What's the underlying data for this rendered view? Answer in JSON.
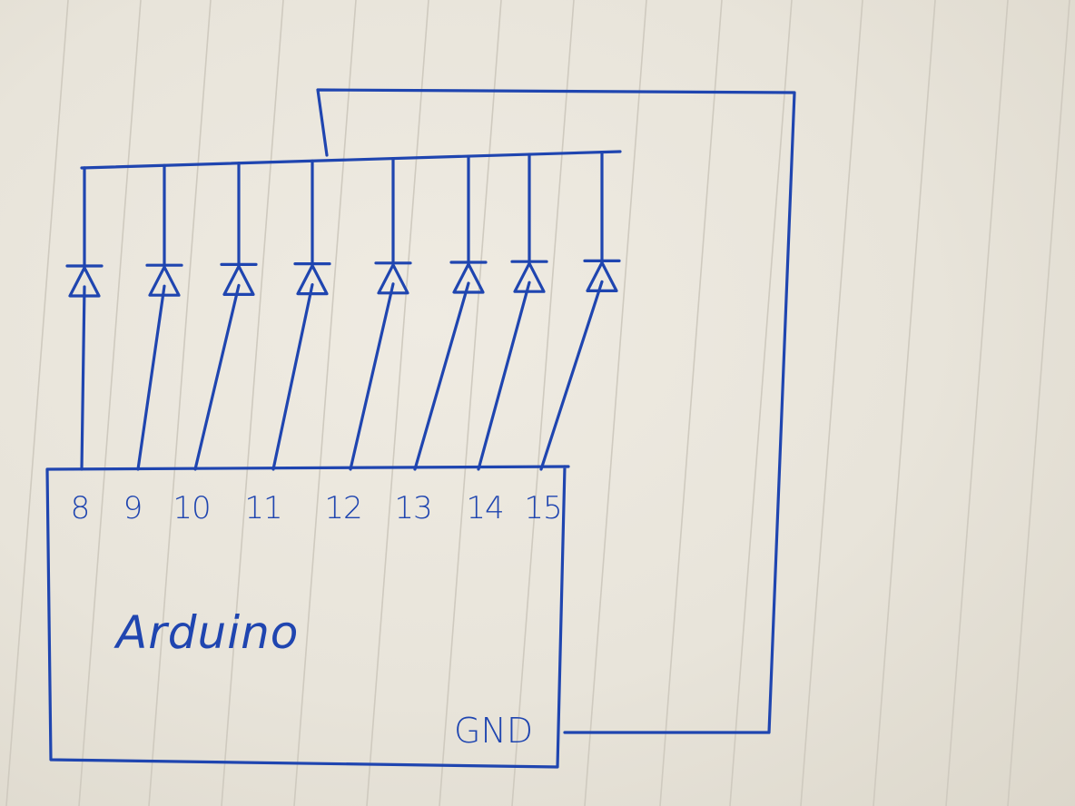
{
  "board": {
    "label": "Arduino",
    "gnd_label": "GND",
    "pins": [
      "8",
      "9",
      "10",
      "11",
      "12",
      "13",
      "14",
      "15"
    ]
  },
  "leds": {
    "count": 8
  },
  "colors": {
    "ink": "#1f45b0",
    "paper": "#ebe7de",
    "ruling": "#cfcabf"
  }
}
